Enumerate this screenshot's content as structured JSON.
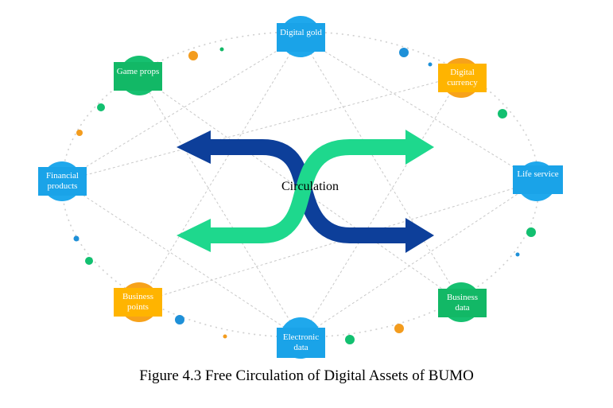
{
  "colors": {
    "blue": "#1aa3e8",
    "green": "#12b866",
    "orange": "#ffb400",
    "dark_arrow": "#0d3f9a",
    "light_arrow": "#1ed88d",
    "dots": "#cccccc"
  },
  "center_label": "Circulation",
  "nodes": [
    {
      "id": "digital-gold",
      "lines": [
        "Digital gold"
      ],
      "color": "blue"
    },
    {
      "id": "digital-currency",
      "lines": [
        "Digital",
        "currency"
      ],
      "color": "orange"
    },
    {
      "id": "life-service",
      "lines": [
        "Life service"
      ],
      "color": "blue"
    },
    {
      "id": "business-data",
      "lines": [
        "Business",
        "data"
      ],
      "color": "green"
    },
    {
      "id": "electronic-data",
      "lines": [
        "Electronic",
        "data"
      ],
      "color": "blue"
    },
    {
      "id": "business-points",
      "lines": [
        "Business",
        "points"
      ],
      "color": "orange"
    },
    {
      "id": "financial-products",
      "lines": [
        "Financial",
        "products"
      ],
      "color": "blue"
    },
    {
      "id": "game-props",
      "lines": [
        "Game props"
      ],
      "color": "green"
    }
  ],
  "caption": "Figure 4.3 Free Circulation of Digital Assets of BUMO"
}
